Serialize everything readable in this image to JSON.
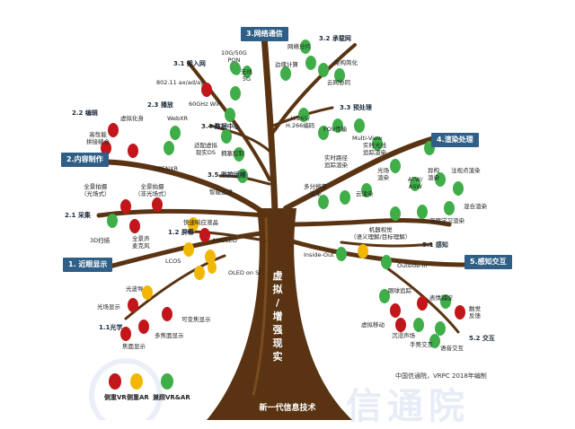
{
  "center": {
    "trunk": "虚拟/增强现实",
    "root": "新一代信息技术"
  },
  "categories": [
    {
      "id": "c3",
      "label": "3.网络通信"
    },
    {
      "id": "c2",
      "label": "2.内容制作"
    },
    {
      "id": "c4",
      "label": "4.渲染处理"
    },
    {
      "id": "c1",
      "label": "1. 近眼显示"
    },
    {
      "id": "c5",
      "label": "5.感知交互"
    }
  ],
  "subs": {
    "s31": "3.1 接入网",
    "s32": "3.2 承载网",
    "s33": "3.3 预处理",
    "s34": "3.4 数据中心",
    "s35": "3.5 监控运维",
    "s21": "2.1 采集",
    "s22": "2.2 编辑",
    "s23": "2.3 播放",
    "s11": "1.1光学",
    "s12": "1.2 屏幕",
    "s51": "5.1 感知",
    "s52": "5.2 交互"
  },
  "items": {
    "t1": "10G/50G",
    "t1b": "PON",
    "t2": "无线",
    "t2b": "5G",
    "t3": "802.11 ax/ad/ay",
    "t4": "60GHz WiFi",
    "t5": "网络分片",
    "t6": "边缘计算",
    "t7": "架构简化",
    "t8": "云网协同",
    "t9": "H.265/",
    "t9b": "H.266编码",
    "t10": "FOV传输",
    "t11": "Multi-View",
    "t12": "适配虚拟",
    "t12b": "现实DS",
    "t13": "拥塞控制",
    "t14": "智能运维",
    "e1": "虚拟化身",
    "e2": "高性能",
    "e2b": "拼接缝合",
    "e3": "WebXR",
    "e4": "OPENXR",
    "e5": "全景拍摄",
    "e5b": "（光场式）",
    "e6": "全景拍摄",
    "e6b": "（非光场式）",
    "e7": "3D扫描",
    "e8": "全景声",
    "e8b": "麦克风",
    "r1": "实时光线",
    "r1b": "追踪渲染",
    "r2": "实时路径",
    "r2b": "追踪渲染",
    "r3": "光场",
    "r3b": "渲染",
    "r4": "ATW/",
    "r4b": "ASW",
    "r5": "异构",
    "r5b": "渲染",
    "r6": "注视点渲染",
    "r7": "多分辨率",
    "r7b": "渲染",
    "r8": "云渲染",
    "r9": "混合渲染",
    "r10": "深度学习渲染",
    "d1": "快速响应液晶",
    "d2": "AMOLED",
    "d3": "LCOS",
    "d4": "OLED on Si",
    "d5": "光波导",
    "d6": "光场显示",
    "d7": "可变焦显示",
    "d8": "多焦面显示",
    "d9": "焦面显示",
    "p1": "机器视觉",
    "p1b": "（语义理解/目标理解）",
    "p2": "Inside-Out",
    "p3": "Outside-In",
    "p4": "眼球追踪",
    "p5": "表情捕捉",
    "p6": "触觉",
    "p6b": "反馈",
    "p7": "虚拟移动",
    "p8": "沉浸声场",
    "p9": "手势交互",
    "p10": "语音交互"
  },
  "legend": [
    {
      "label": "侧重VR",
      "color": "#c2161b"
    },
    {
      "label": "侧重AR",
      "color": "#f2b705"
    },
    {
      "label": "兼顾VR&AR",
      "color": "#3fae49"
    }
  ],
  "credit": "中国信通院，VRPC 2018年编制",
  "watermark": "信通院",
  "colors": {
    "trunk": "#5a3412",
    "box": "#2f5f86",
    "vr": "#c2161b",
    "ar": "#f2b705",
    "both": "#3fae49"
  }
}
